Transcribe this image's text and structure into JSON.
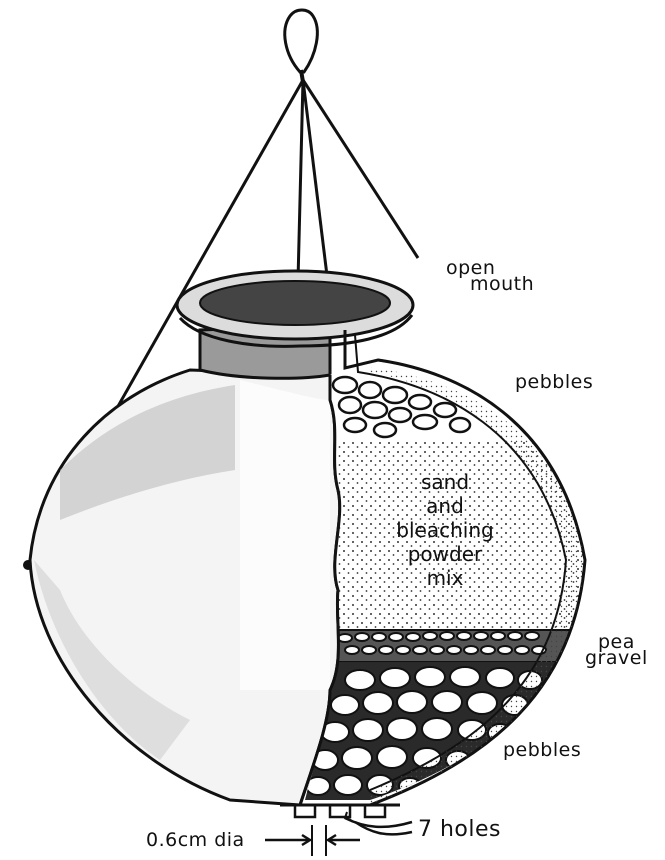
{
  "labels": {
    "open_mouth_1": "open",
    "open_mouth_2": "mouth",
    "pebbles_top": "pebbles",
    "inner_1": "sand",
    "inner_2": "and",
    "inner_3": "bleaching",
    "inner_4": "powder",
    "inner_5": "mix",
    "pea_1": "pea",
    "pea_2": "gravel",
    "pebbles_bottom": "pebbles",
    "hole_dia": "0.6cm dia",
    "holes": "7 holes"
  }
}
